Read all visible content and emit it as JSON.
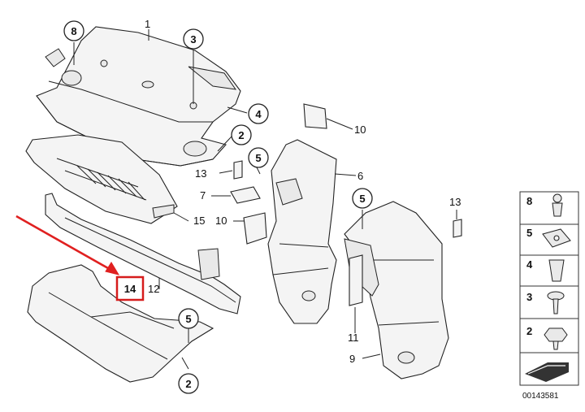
{
  "diagram": {
    "ref_code": "00143581",
    "callouts_plain": {
      "p1": "1",
      "p6": "6",
      "p7": "7",
      "p9": "9",
      "p10a": "10",
      "p10b": "10",
      "p11": "11",
      "p12": "12",
      "p13a": "13",
      "p13b": "13",
      "p15": "15"
    },
    "callouts_circled": {
      "c8": "8",
      "c3": "3",
      "c4": "4",
      "c2a": "2",
      "c5a": "5",
      "c5b": "5",
      "c5c": "5",
      "c2b": "2"
    },
    "highlighted": "14",
    "legend": [
      "8",
      "5",
      "4",
      "3",
      "2"
    ],
    "colors": {
      "highlight": "#d61c1c",
      "arrow": "#e02020"
    }
  }
}
